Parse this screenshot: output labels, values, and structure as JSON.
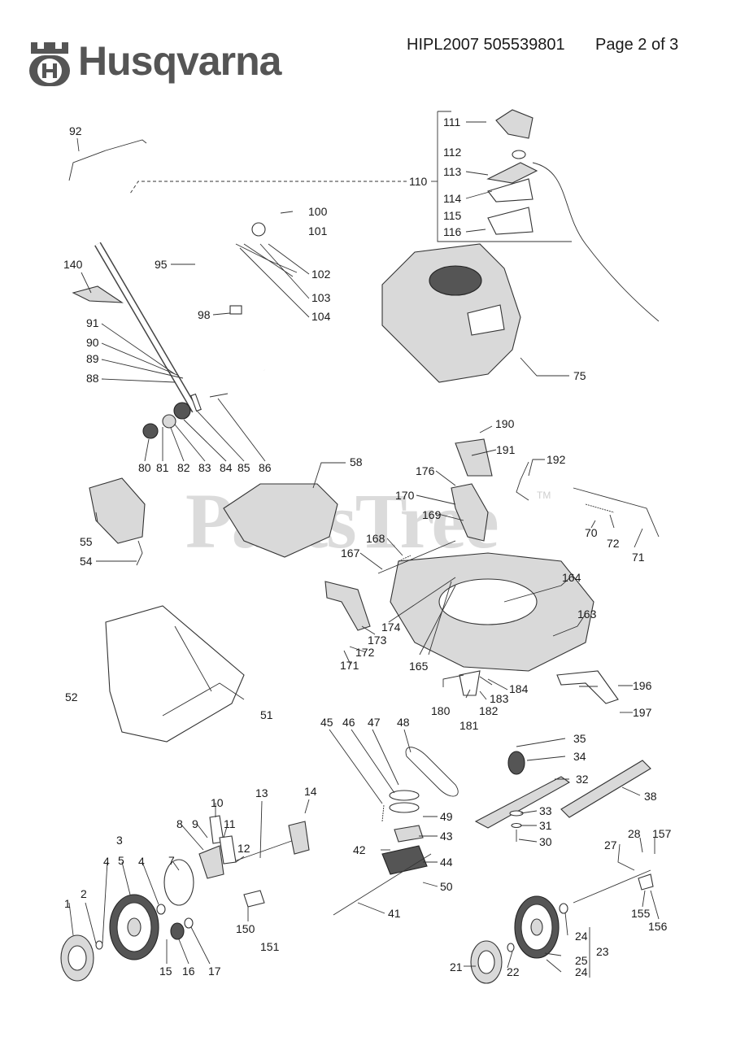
{
  "header": {
    "brand": "Husqvarna",
    "doc_id": "HIPL2007 505539801",
    "page_label": "Page 2 of 3"
  },
  "watermark": {
    "text": "PartsTree",
    "tm": "TM"
  },
  "callouts": [
    "1",
    "2",
    "3",
    "4",
    "4",
    "5",
    "7",
    "8",
    "9",
    "10",
    "11",
    "12",
    "13",
    "14",
    "15",
    "16",
    "17",
    "21",
    "22",
    "23",
    "24",
    "24",
    "25",
    "27",
    "28",
    "30",
    "31",
    "32",
    "33",
    "34",
    "35",
    "38",
    "41",
    "42",
    "43",
    "44",
    "45",
    "46",
    "47",
    "48",
    "49",
    "50",
    "51",
    "52",
    "54",
    "55",
    "58",
    "70",
    "71",
    "72",
    "75",
    "80",
    "81",
    "82",
    "83",
    "84",
    "85",
    "86",
    "88",
    "89",
    "90",
    "91",
    "92",
    "95",
    "98",
    "100",
    "101",
    "102",
    "103",
    "104",
    "110",
    "111",
    "112",
    "113",
    "114",
    "115",
    "116",
    "140",
    "150",
    "151",
    "155",
    "156",
    "157",
    "163",
    "164",
    "165",
    "167",
    "168",
    "169",
    "170",
    "171",
    "172",
    "173",
    "174",
    "176",
    "180",
    "181",
    "182",
    "183",
    "184",
    "190",
    "191",
    "192",
    "196",
    "197"
  ]
}
